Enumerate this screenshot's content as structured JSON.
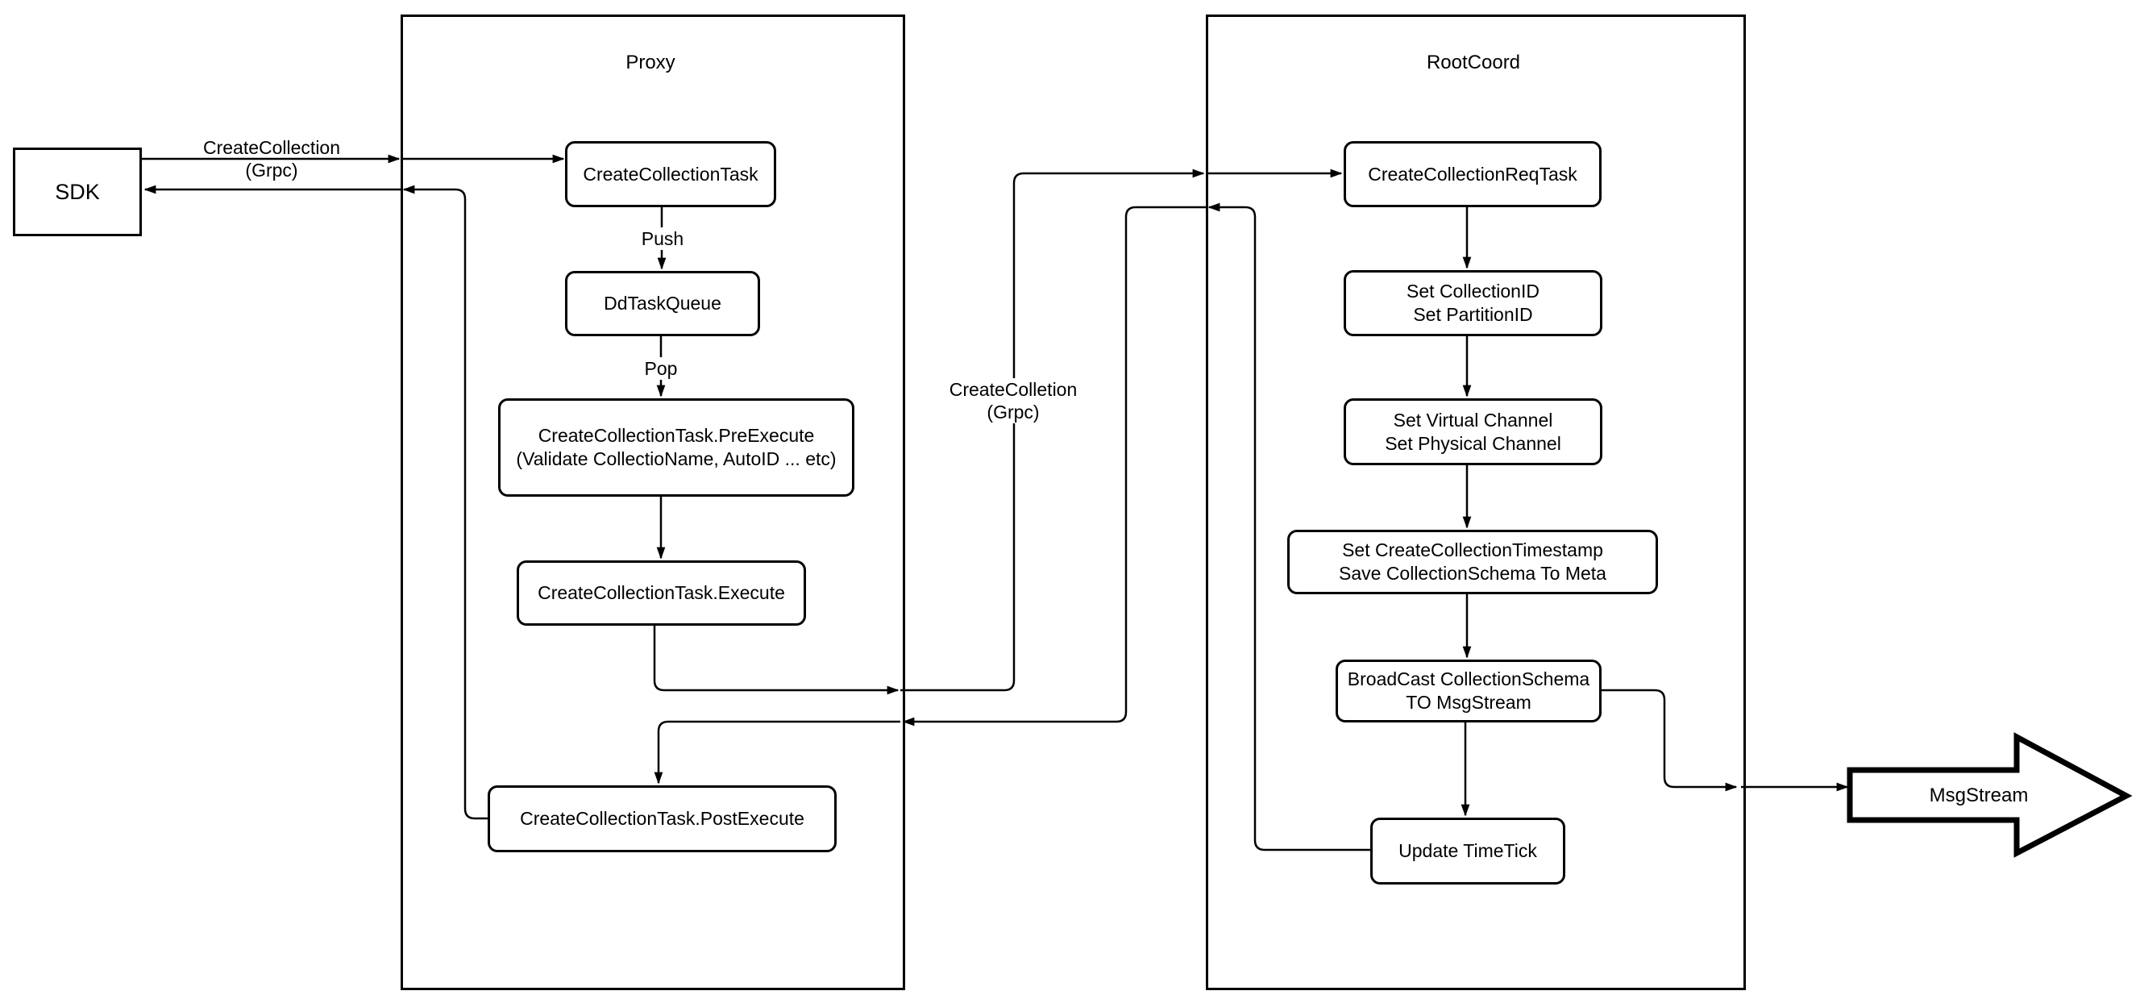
{
  "diagram": {
    "background": "#ffffff",
    "stroke_color": "#000000",
    "containers": {
      "proxy": "Proxy",
      "rootcoord": "RootCoord"
    },
    "nodes": {
      "sdk": "SDK",
      "create_collection_task": "CreateCollectionTask",
      "dd_task_queue": "DdTaskQueue",
      "pre_execute": "CreateCollectionTask.PreExecute\n(Validate CollectioName, AutoID ... etc)",
      "execute": "CreateCollectionTask.Execute",
      "post_execute": "CreateCollectionTask.PostExecute",
      "create_collection_req_task": "CreateCollectionReqTask",
      "set_ids": "Set CollectionID\nSet PartitionID",
      "set_channels": "Set Virtual Channel\nSet Physical Channel",
      "set_timestamp": "Set CreateCollectionTimestamp\nSave CollectionSchema To Meta",
      "broadcast": "BroadCast CollectionSchema\nTO MsgStream",
      "update_timetick": "Update TimeTick",
      "msgstream": "MsgStream"
    },
    "edge_labels": {
      "sdk_to_proxy": "CreateCollection\n(Grpc)",
      "push": "Push",
      "pop": "Pop",
      "proxy_to_rootcoord": "CreateColletion\n(Grpc)"
    }
  }
}
